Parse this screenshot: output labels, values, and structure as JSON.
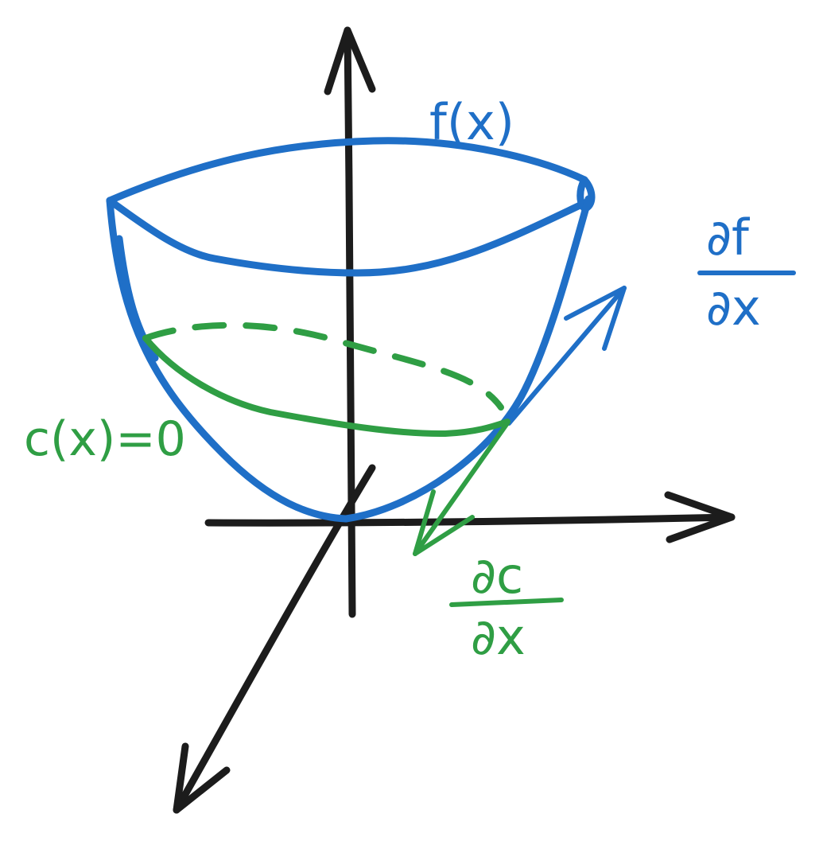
{
  "colors": {
    "axis": "#1c1c1c",
    "surface": "#1f6fc7",
    "constraint": "#2f9e44",
    "background": "#ffffff"
  },
  "labels": {
    "function": "f(x)",
    "constraint": "c(x)=0",
    "grad_f_num": "∂f",
    "grad_f_den": "∂x",
    "grad_c_num": "∂c",
    "grad_c_den": "∂x"
  }
}
